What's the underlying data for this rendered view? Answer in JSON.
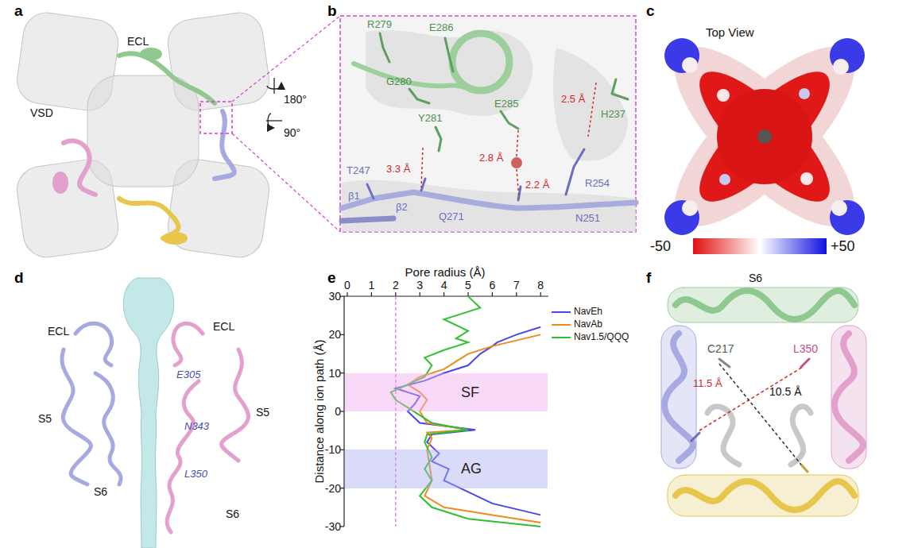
{
  "diagram": {
    "nodes": [
      {
        "text": [
          "SF"
        ]
      },
      {
        "text": [
          "AG"
        ]
      }
    ],
    "labels": [
      "a",
      "ECL",
      "VSD",
      "180°",
      "90°",
      "b",
      "R279",
      "E286",
      "G280",
      "Y281",
      "E285",
      "H237",
      "2.5 Å",
      "3.3 Å",
      "T247",
      "2.8 Å",
      "2.2 Å",
      "R254",
      "β1",
      "β2",
      "Q271",
      "N251",
      "c",
      "Top View",
      "-50",
      "+50",
      "d",
      "ECL",
      "ECL",
      "E305",
      "S5",
      "S5",
      "N343",
      "S6",
      "L350",
      "S6",
      "e",
      "Pore radius (Å)",
      "0",
      "1",
      "2",
      "3",
      "4",
      "5",
      "6",
      "7",
      "8",
      "30",
      "20",
      "10",
      "0",
      "-10",
      "-20",
      "-30",
      "Distance along ion path (Å)",
      "f",
      "S6",
      "C217",
      "L350",
      "11.5 Å",
      "10.5 Å"
    ],
    "legend": [
      {
        "text": "NavEh",
        "color": "#4747ee"
      },
      {
        "text": "NavAb",
        "color": "#f08a1c"
      },
      {
        "text": "Nav1.5/QQQ",
        "color": "#2fbf2f"
      }
    ]
  }
}
